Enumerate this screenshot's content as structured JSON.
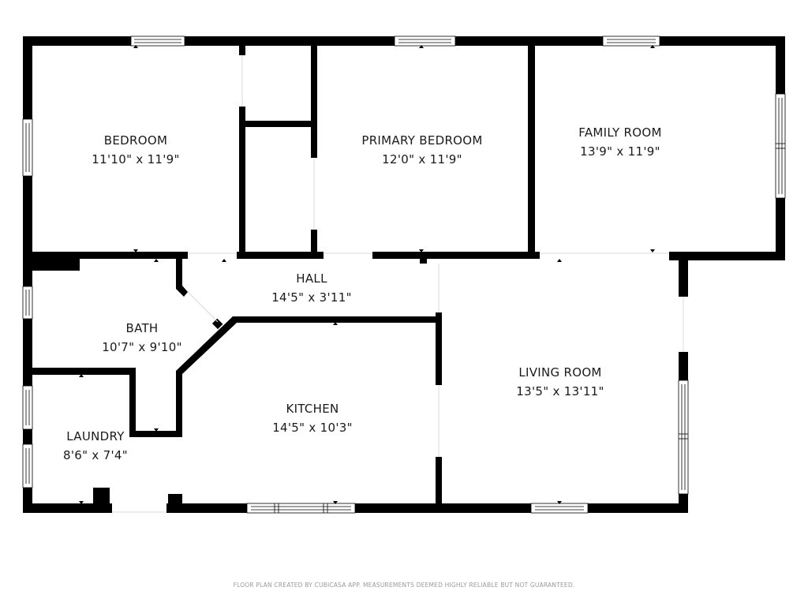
{
  "rooms": [
    {
      "id": "bedroom",
      "name": "BEDROOM",
      "dimensions": "11'10\" x 11'9\""
    },
    {
      "id": "primary-bedroom",
      "name": "PRIMARY BEDROOM",
      "dimensions": "12'0\" x 11'9\""
    },
    {
      "id": "family-room",
      "name": "FAMILY ROOM",
      "dimensions": "13'9\" x 11'9\""
    },
    {
      "id": "hall",
      "name": "HALL",
      "dimensions": "14'5\" x 3'11\""
    },
    {
      "id": "bath",
      "name": "BATH",
      "dimensions": "10'7\" x 9'10\""
    },
    {
      "id": "kitchen",
      "name": "KITCHEN",
      "dimensions": "14'5\" x 10'3\""
    },
    {
      "id": "living-room",
      "name": "LIVING ROOM",
      "dimensions": "13'5\" x 13'11\""
    },
    {
      "id": "laundry",
      "name": "LAUNDRY",
      "dimensions": "8'6\" x 7'4\""
    }
  ],
  "footer": {
    "disclaimer": "FLOOR PLAN CREATED BY CUBICASA APP. MEASUREMENTS DEEMED HIGHLY RELIABLE BUT NOT GUARANTEED."
  },
  "colors": {
    "wall": "#000000",
    "background": "#ffffff",
    "label": "#1a1a1a",
    "footer": "#9a9a9a"
  }
}
